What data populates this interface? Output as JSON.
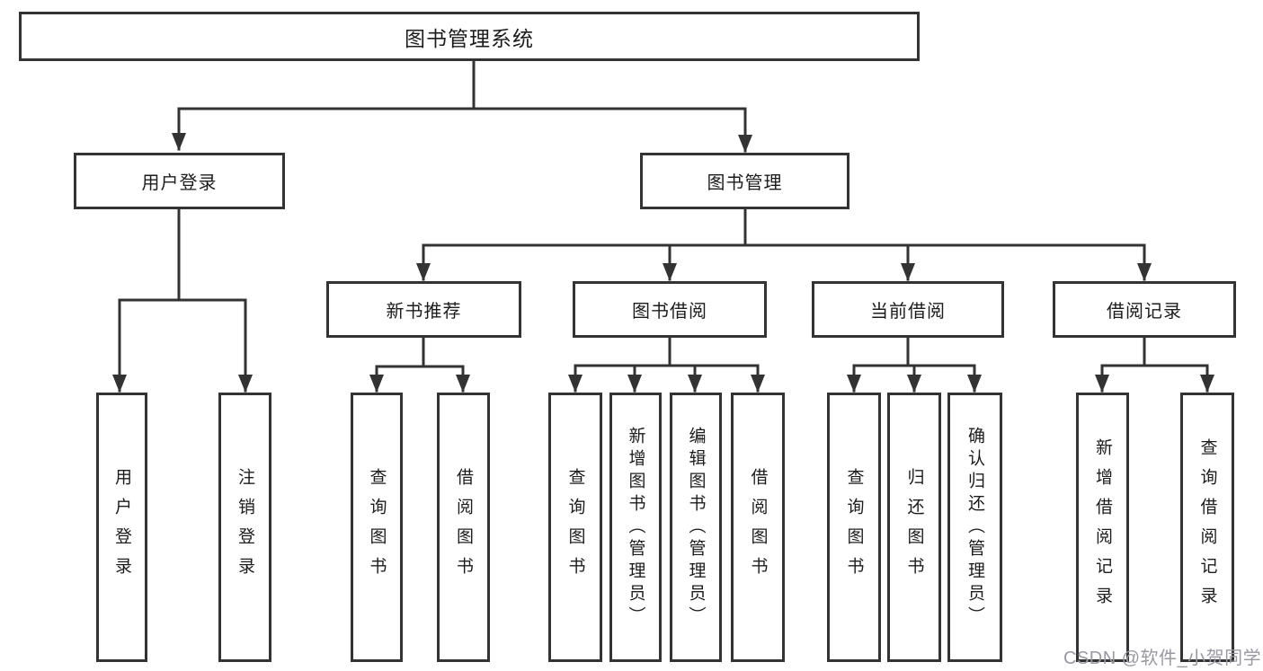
{
  "diagram_title": "图书管理系统",
  "tree": {
    "label": "图书管理系统",
    "children": [
      {
        "label": "用户登录",
        "children": [
          {
            "label": "用户登录"
          },
          {
            "label": "注销登录"
          }
        ]
      },
      {
        "label": "图书管理",
        "children": [
          {
            "label": "新书推荐",
            "children": [
              {
                "label": "查询图书"
              },
              {
                "label": "借阅图书"
              }
            ]
          },
          {
            "label": "图书借阅",
            "children": [
              {
                "label": "查询图书"
              },
              {
                "label": "新增图书（管理员）"
              },
              {
                "label": "编辑图书（管理员）"
              },
              {
                "label": "借阅图书"
              }
            ]
          },
          {
            "label": "当前借阅",
            "children": [
              {
                "label": "查询图书"
              },
              {
                "label": "归还图书"
              },
              {
                "label": "确认归还（管理员）"
              }
            ]
          },
          {
            "label": "借阅记录",
            "children": [
              {
                "label": "新增借阅记录"
              },
              {
                "label": "查询借阅记录"
              }
            ]
          }
        ]
      }
    ]
  },
  "watermark": {
    "text": "CSDN @软件_小贺同学",
    "color": "#9a98a2"
  },
  "colors": {
    "line": "#333333",
    "box_border": "#333333",
    "text": "#1c1c1c",
    "background": "#ffffff"
  }
}
